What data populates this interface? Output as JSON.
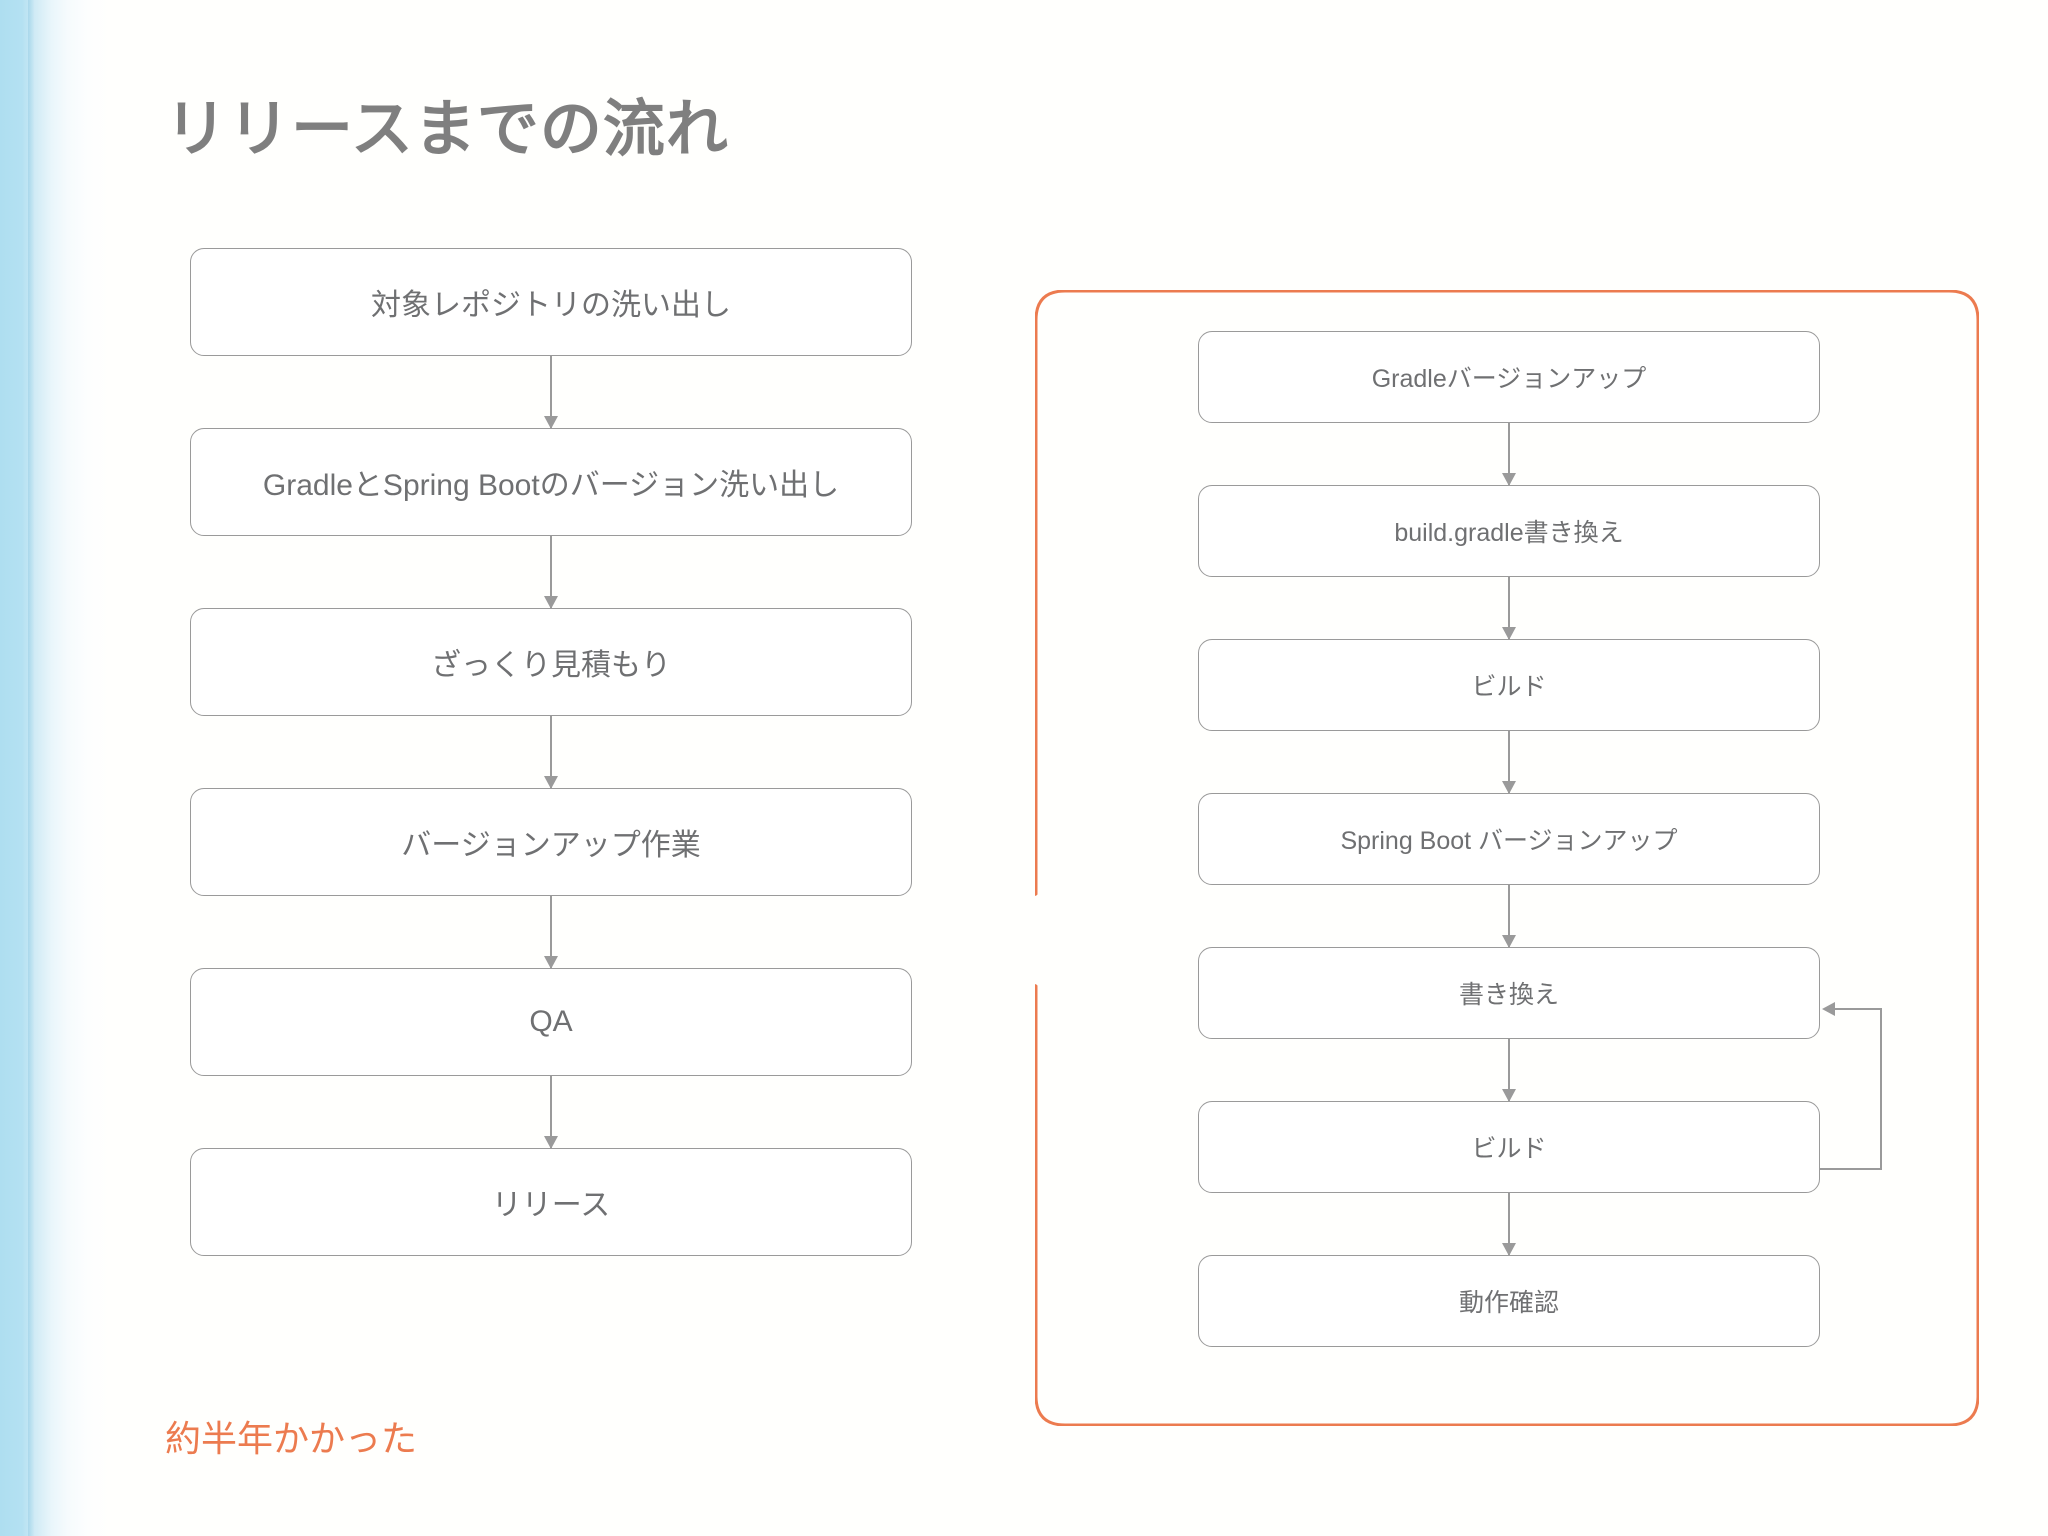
{
  "slide": {
    "title": "リリースまでの流れ",
    "note": "約半年かかった",
    "accent_color": "#ec7b4f",
    "box_border_color": "#9a9a9a",
    "box_text_color": "#6f7072",
    "title_color": "#7f7f7f",
    "sidebar_color": "#aedef0"
  },
  "left_flow": {
    "name": "release-process-flow",
    "steps": [
      {
        "label": "対象レポジトリの洗い出し"
      },
      {
        "label": "GradleとSpring Bootのバージョン洗い出し"
      },
      {
        "label": "ざっくり見積もり"
      },
      {
        "label": "バージョンアップ作業"
      },
      {
        "label": "QA"
      },
      {
        "label": "リリース"
      }
    ]
  },
  "right_flow": {
    "name": "version-up-detail-flow",
    "steps": [
      {
        "label": "Gradleバージョンアップ"
      },
      {
        "label": "build.gradle書き換え"
      },
      {
        "label": "ビルド"
      },
      {
        "label": "Spring Boot バージョンアップ"
      },
      {
        "label": "書き換え"
      },
      {
        "label": "ビルド"
      },
      {
        "label": "動作確認"
      }
    ],
    "loop": {
      "from": "ビルド",
      "to": "書き換え"
    }
  }
}
